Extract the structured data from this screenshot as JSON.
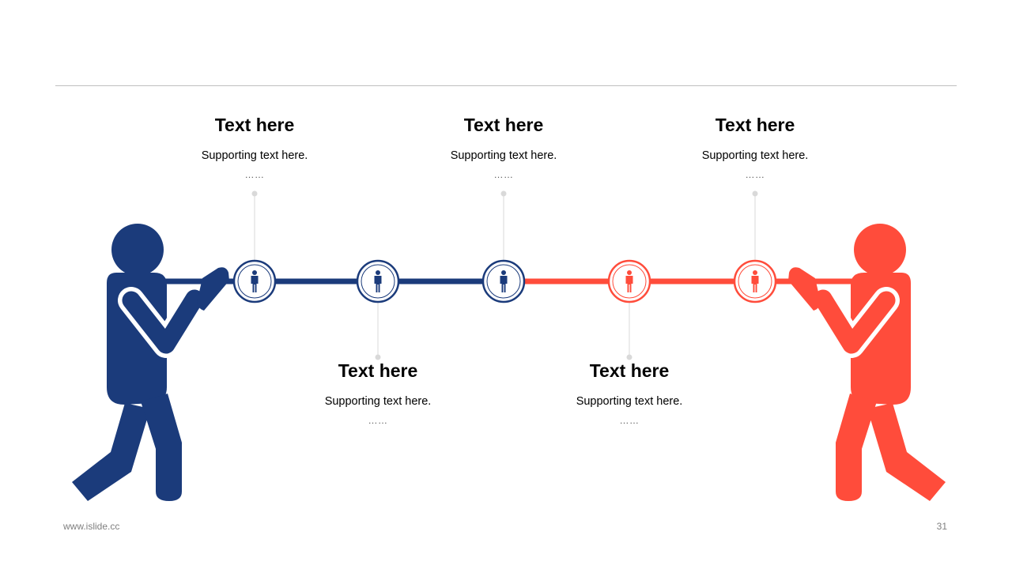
{
  "colors": {
    "left_team": "#1b3b7b",
    "right_team": "#ff4c3b",
    "connector": "#d9d9d9",
    "divider": "#bfbfbf"
  },
  "icons": {
    "figures": "tug-of-war-person-icon",
    "nodes": "person-icon"
  },
  "milestones": [
    {
      "title": "Text here",
      "subtitle": "Supporting text here.",
      "more": "……",
      "position": "top",
      "team": "left"
    },
    {
      "title": "Text here",
      "subtitle": "Supporting text here.",
      "more": "……",
      "position": "bottom",
      "team": "left"
    },
    {
      "title": "Text here",
      "subtitle": "Supporting text here.",
      "more": "……",
      "position": "top",
      "team": "left"
    },
    {
      "title": "Text here",
      "subtitle": "Supporting text here.",
      "more": "……",
      "position": "bottom",
      "team": "right"
    },
    {
      "title": "Text here",
      "subtitle": "Supporting text here.",
      "more": "……",
      "position": "top",
      "team": "right"
    }
  ],
  "footer": {
    "website": "www.islide.cc",
    "page_number": "31"
  }
}
